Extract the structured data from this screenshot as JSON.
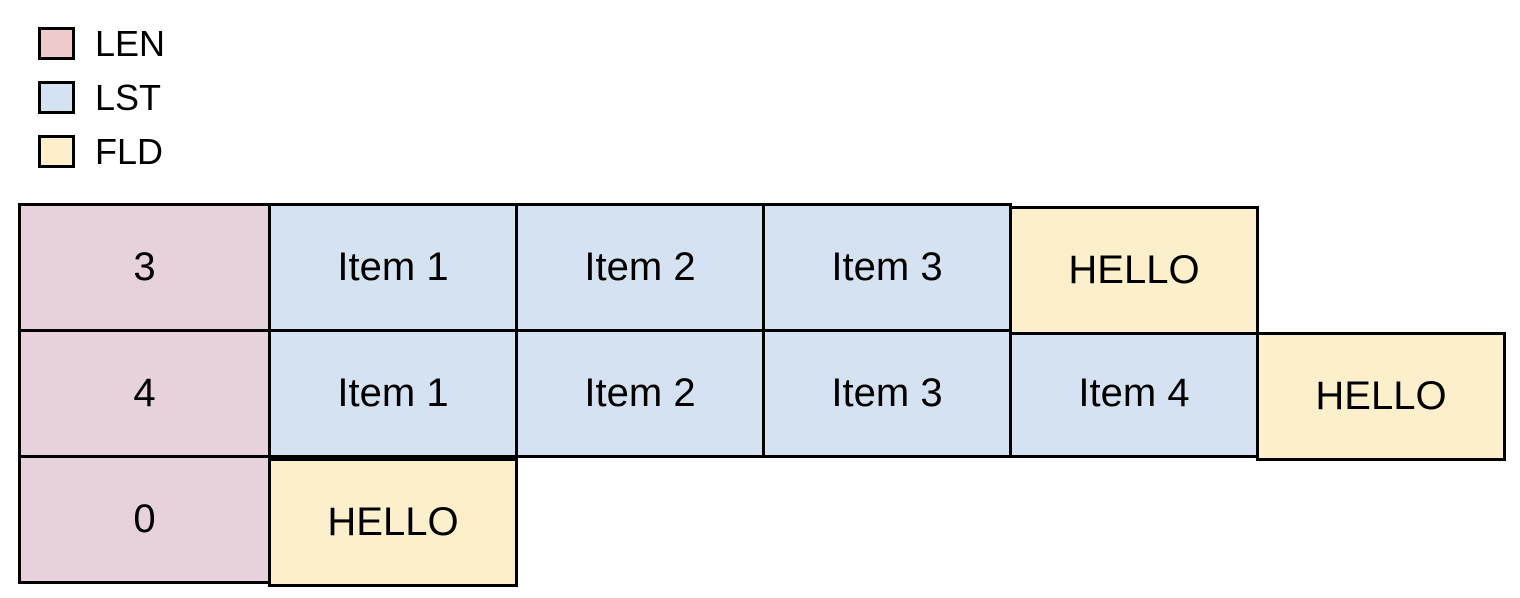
{
  "legend": {
    "items": [
      {
        "key": "len",
        "label": "LEN",
        "color": "#f0cbcc"
      },
      {
        "key": "lst",
        "label": "LST",
        "color": "#d5e2f2"
      },
      {
        "key": "fld",
        "label": "FLD",
        "color": "#fbf0cb"
      }
    ]
  },
  "table": {
    "rows": [
      {
        "cells": [
          {
            "type": "LEN",
            "text": "3"
          },
          {
            "type": "LST",
            "text": "Item 1"
          },
          {
            "type": "LST",
            "text": "Item 2"
          },
          {
            "type": "LST",
            "text": "Item 3"
          },
          {
            "type": "FLD",
            "text": "HELLO"
          }
        ]
      },
      {
        "cells": [
          {
            "type": "LEN",
            "text": "4"
          },
          {
            "type": "LST",
            "text": "Item 1"
          },
          {
            "type": "LST",
            "text": "Item 2"
          },
          {
            "type": "LST",
            "text": "Item 3"
          },
          {
            "type": "LST",
            "text": "Item 4"
          },
          {
            "type": "FLD",
            "text": "HELLO"
          }
        ]
      },
      {
        "cells": [
          {
            "type": "LEN",
            "text": "0"
          },
          {
            "type": "FLD",
            "text": "HELLO"
          }
        ]
      }
    ]
  },
  "colors": {
    "len_cell": "#e7d1dd",
    "lst_cell": "#d5e2f2",
    "fld_cell": "#fbf0cb",
    "border": "#000000",
    "text": "#000000",
    "background": "#ffffff"
  }
}
